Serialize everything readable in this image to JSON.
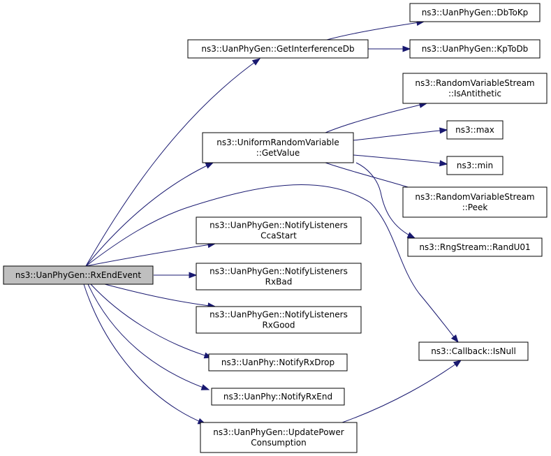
{
  "nodes": {
    "rx_end_event": {
      "lines": [
        "ns3::UanPhyGen::RxEndEvent"
      ],
      "root": true
    },
    "get_interference_db": {
      "lines": [
        "ns3::UanPhyGen::GetInterferenceDb"
      ]
    },
    "db_to_kp": {
      "lines": [
        "ns3::UanPhyGen::DbToKp"
      ]
    },
    "kp_to_db": {
      "lines": [
        "ns3::UanPhyGen::KpToDb"
      ]
    },
    "is_antithetic": {
      "lines": [
        "ns3::RandomVariableStream",
        "::IsAntithetic"
      ]
    },
    "get_value": {
      "lines": [
        "ns3::UniformRandomVariable",
        "::GetValue"
      ]
    },
    "max": {
      "lines": [
        "ns3::max"
      ]
    },
    "min": {
      "lines": [
        "ns3::min"
      ]
    },
    "peek": {
      "lines": [
        "ns3::RandomVariableStream",
        "::Peek"
      ]
    },
    "notify_listeners_cca_start": {
      "lines": [
        "ns3::UanPhyGen::NotifyListeners",
        "CcaStart"
      ]
    },
    "rand_u01": {
      "lines": [
        "ns3::RngStream::RandU01"
      ]
    },
    "notify_listeners_rx_bad": {
      "lines": [
        "ns3::UanPhyGen::NotifyListeners",
        "RxBad"
      ]
    },
    "notify_listeners_rx_good": {
      "lines": [
        "ns3::UanPhyGen::NotifyListeners",
        "RxGood"
      ]
    },
    "callback_is_null": {
      "lines": [
        "ns3::Callback::IsNull"
      ]
    },
    "notify_rx_drop": {
      "lines": [
        "ns3::UanPhy::NotifyRxDrop"
      ]
    },
    "notify_rx_end": {
      "lines": [
        "ns3::UanPhy::NotifyRxEnd"
      ]
    },
    "update_power_consumption": {
      "lines": [
        "ns3::UanPhyGen::UpdatePower",
        "Consumption"
      ]
    }
  },
  "edges": [
    [
      "rx_end_event",
      "get_interference_db"
    ],
    [
      "rx_end_event",
      "get_value"
    ],
    [
      "rx_end_event",
      "callback_is_null"
    ],
    [
      "rx_end_event",
      "notify_listeners_cca_start"
    ],
    [
      "rx_end_event",
      "notify_listeners_rx_bad"
    ],
    [
      "rx_end_event",
      "notify_listeners_rx_good"
    ],
    [
      "rx_end_event",
      "notify_rx_drop"
    ],
    [
      "rx_end_event",
      "notify_rx_end"
    ],
    [
      "rx_end_event",
      "update_power_consumption"
    ],
    [
      "get_interference_db",
      "db_to_kp"
    ],
    [
      "get_interference_db",
      "kp_to_db"
    ],
    [
      "get_value",
      "is_antithetic"
    ],
    [
      "get_value",
      "max"
    ],
    [
      "get_value",
      "min"
    ],
    [
      "get_value",
      "peek"
    ],
    [
      "get_value",
      "rand_u01"
    ],
    [
      "update_power_consumption",
      "callback_is_null"
    ]
  ],
  "colors": {
    "edge": "#191970",
    "root_fill": "#bfbfbf",
    "node_fill": "#ffffff",
    "node_border": "#000000"
  }
}
